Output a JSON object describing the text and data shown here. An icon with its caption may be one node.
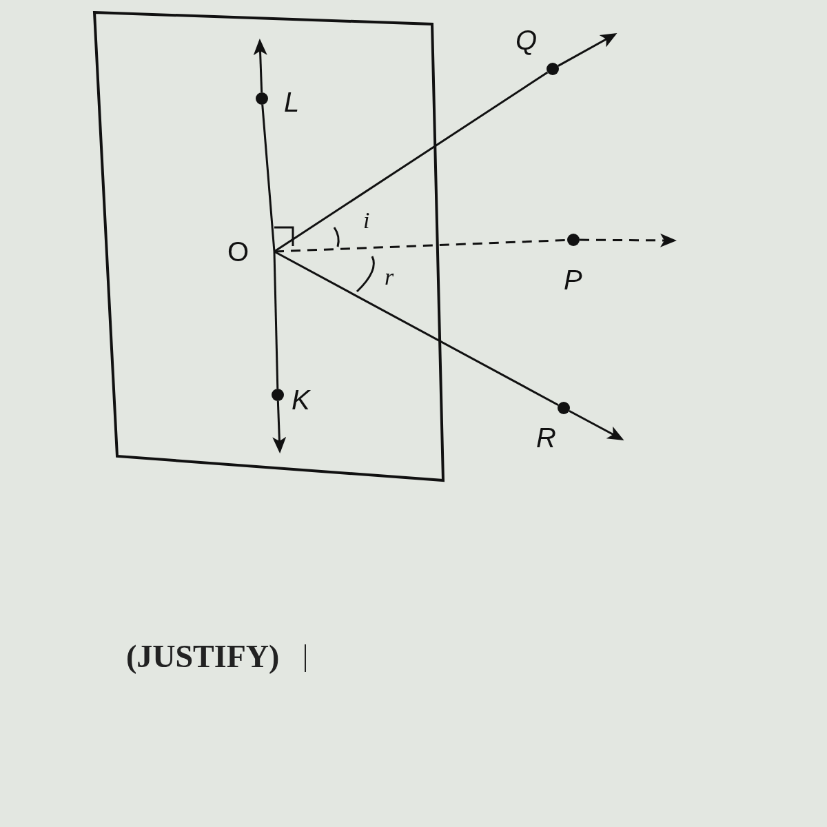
{
  "diagram": {
    "nodes": [
      {
        "text": [],
        "shape": "circle",
        "beside": [
          "L"
        ]
      },
      {
        "text": [],
        "shape": "circle",
        "beside": [
          "Q"
        ]
      },
      {
        "text": [
          "O"
        ]
      },
      {
        "text": [],
        "shape": "circle",
        "beside": [
          "P"
        ]
      },
      {
        "text": [],
        "shape": "circle",
        "beside": [
          "K"
        ]
      },
      {
        "text": [],
        "shape": "circle",
        "beside": [
          "R"
        ]
      }
    ],
    "edges": [
      {
        "from": 2,
        "to": 0,
        "arrow": "none"
      },
      {
        "from": 0,
        "to": null,
        "arrow": "to"
      },
      {
        "from": 2,
        "to": 4,
        "arrow": "none"
      },
      {
        "from": 4,
        "to": null,
        "arrow": "to"
      },
      {
        "from": 2,
        "to": 1,
        "arrow": "none"
      },
      {
        "from": 1,
        "to": null,
        "arrow": "to"
      },
      {
        "from": 2,
        "to": 3,
        "arrow": "none",
        "style": "dashed"
      },
      {
        "from": 3,
        "to": null,
        "arrow": "to",
        "style": "dashed"
      },
      {
        "from": 2,
        "to": 5,
        "arrow": "none"
      },
      {
        "from": 5,
        "to": null,
        "arrow": "to"
      }
    ],
    "labels": [
      "i",
      "r",
      "(JUSTIFY)"
    ]
  }
}
